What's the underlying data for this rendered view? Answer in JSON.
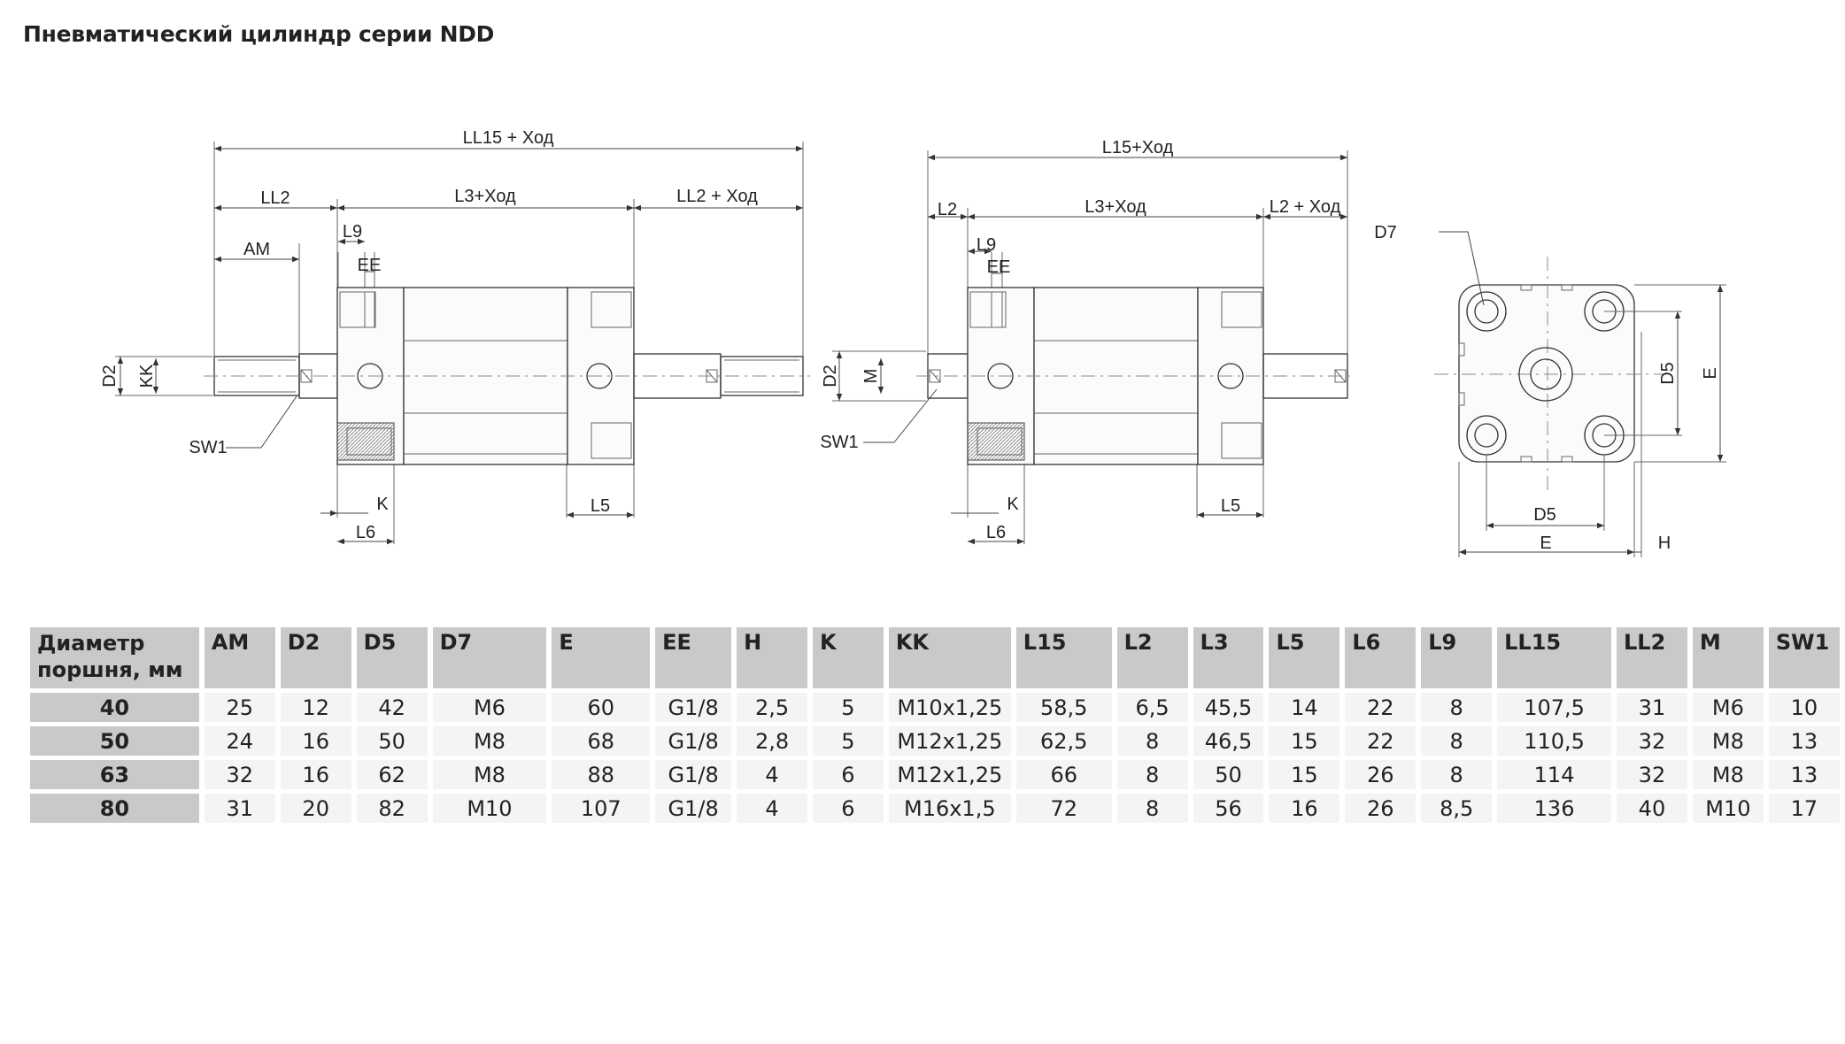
{
  "title": "Пневматический цилиндр серии NDD",
  "drawing1": {
    "LL15": "LL15 + Ход",
    "LL2": "LL2",
    "L3": "L3+Ход",
    "LL2_right": "LL2 + Ход",
    "AM": "AM",
    "L9": "L9",
    "EE": "EE",
    "D2": "D2",
    "KK": "KK",
    "SW1": "SW1",
    "K": "K",
    "L6": "L6",
    "L5": "L5"
  },
  "drawing2": {
    "L15": "L15+Ход",
    "L2": "L2",
    "L3": "L3+Ход",
    "L2_right": "L2 + Ход",
    "L9": "L9",
    "EE": "EE",
    "D2": "D2",
    "M": "M",
    "SW1": "SW1",
    "K": "K",
    "L6": "L6",
    "L5": "L5"
  },
  "drawing3": {
    "D7": "D7",
    "D5_v": "D5",
    "E_v": "E",
    "D5_h": "D5",
    "E_h": "E",
    "H": "H"
  },
  "table": {
    "header_line1": "Диаметр",
    "header_line2": "поршня, мм",
    "columns": [
      "AM",
      "D2",
      "D5",
      "D7",
      "E",
      "EE",
      "H",
      "K",
      "KK",
      "L15",
      "L2",
      "L3",
      "L5",
      "L6",
      "L9",
      "LL15",
      "LL2",
      "M",
      "SW1"
    ],
    "rows": [
      {
        "d": "40",
        "v": [
          "25",
          "12",
          "42",
          "M6",
          "60",
          "G1/8",
          "2,5",
          "5",
          "M10x1,25",
          "58,5",
          "6,5",
          "45,5",
          "14",
          "22",
          "8",
          "107,5",
          "31",
          "M6",
          "10"
        ]
      },
      {
        "d": "50",
        "v": [
          "24",
          "16",
          "50",
          "M8",
          "68",
          "G1/8",
          "2,8",
          "5",
          "M12x1,25",
          "62,5",
          "8",
          "46,5",
          "15",
          "22",
          "8",
          "110,5",
          "32",
          "M8",
          "13"
        ]
      },
      {
        "d": "63",
        "v": [
          "32",
          "16",
          "62",
          "M8",
          "88",
          "G1/8",
          "4",
          "6",
          "M12x1,25",
          "66",
          "8",
          "50",
          "15",
          "26",
          "8",
          "114",
          "32",
          "M8",
          "13"
        ]
      },
      {
        "d": "80",
        "v": [
          "31",
          "20",
          "82",
          "M10",
          "107",
          "G1/8",
          "4",
          "6",
          "M16x1,5",
          "72",
          "8",
          "56",
          "16",
          "26",
          "8,5",
          "136",
          "40",
          "M10",
          "17"
        ]
      }
    ]
  }
}
